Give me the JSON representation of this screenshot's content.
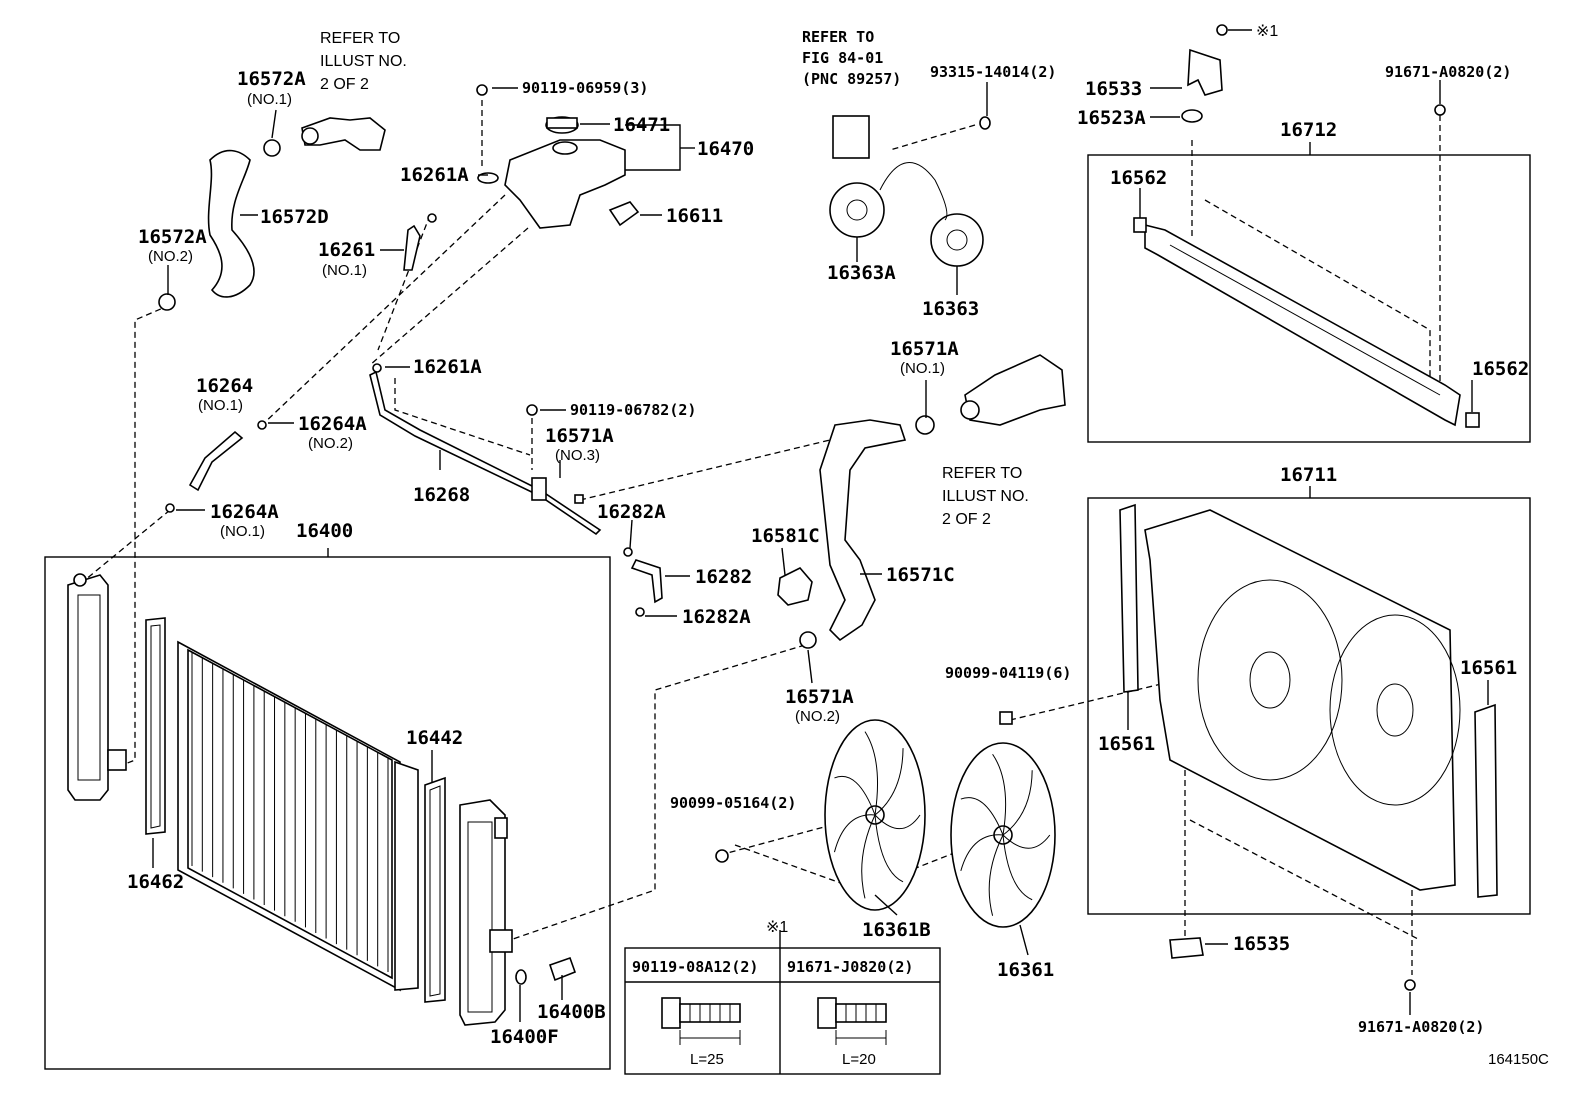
{
  "diagram_id": "164150C",
  "asterisk_mark": "※1",
  "refer_notes": {
    "hose_top": [
      "REFER TO",
      "ILLUST NO.",
      "2 OF 2"
    ],
    "fig_ref": [
      "REFER TO",
      "FIG 84-01",
      "(PNC 89257)"
    ],
    "outlet": [
      "REFER TO",
      "ILLUST NO.",
      "2 OF 2"
    ]
  },
  "labels": {
    "p16572A_1": "16572A",
    "p16572A_1_sub": "(NO.1)",
    "p16572D": "16572D",
    "p16572A_2": "16572A",
    "p16572A_2_sub": "(NO.2)",
    "p90119_06959": "90119-06959(3)",
    "p16471": "16471",
    "p16470": "16470",
    "p16261A_top": "16261A",
    "p16611": "16611",
    "p16261": "16261",
    "p16261_sub": "(NO.1)",
    "p93315": "93315-14014(2)",
    "p16363A": "16363A",
    "p16363": "16363",
    "p16533": "16533",
    "p16523A": "16523A",
    "p91671_A0820_top": "91671-A0820(2)",
    "p16712": "16712",
    "p16562_a": "16562",
    "p16562_b": "16562",
    "p16261A_mid": "16261A",
    "p16264": "16264",
    "p16264_sub": "(NO.1)",
    "p16264A_2": "16264A",
    "p16264A_2_sub": "(NO.2)",
    "p90119_06782": "90119-06782(2)",
    "p16571A_3": "16571A",
    "p16571A_3_sub": "(NO.3)",
    "p16571A_1": "16571A",
    "p16571A_1_sub": "(NO.1)",
    "p16268": "16268",
    "p16264A_1": "16264A",
    "p16264A_1_sub": "(NO.1)",
    "p16282A_a": "16282A",
    "p16282": "16282",
    "p16282A_b": "16282A",
    "p16400": "16400",
    "p16581C": "16581C",
    "p16571C": "16571C",
    "p16711": "16711",
    "p90099_04119": "90099-04119(6)",
    "p16561_a": "16561",
    "p16561_b": "16561",
    "p16571A_2": "16571A",
    "p16571A_2_sub": "(NO.2)",
    "p16442": "16442",
    "p90099_05164": "90099-05164(2)",
    "p16462": "16462",
    "p16361B": "16361B",
    "p16361": "16361",
    "p16535": "16535",
    "p16400B": "16400B",
    "p16400F": "16400F",
    "p91671_A0820_bot": "91671-A0820(2)"
  },
  "bolt_table": {
    "col1_header": "90119-08A12(2)",
    "col2_header": "91671-J0820(2)",
    "col1_length": "L=25",
    "col2_length": "L=20"
  }
}
